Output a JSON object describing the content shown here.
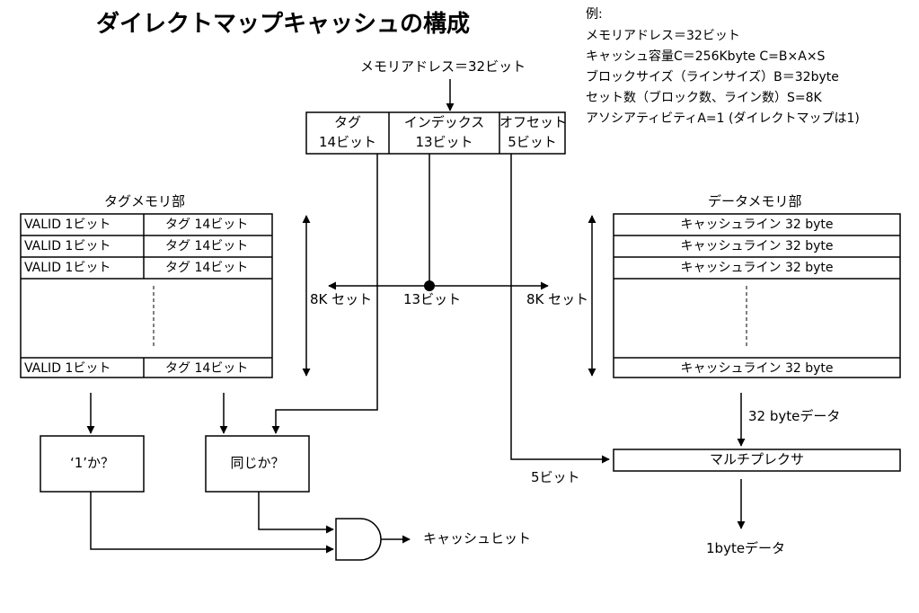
{
  "title": "ダイレクトマップキャッシュの構成",
  "example": {
    "heading": "例:",
    "lines": [
      "メモリアドレス＝32ビット",
      "キャッシュ容量C＝256Kbyte C=B×A×S",
      "ブロックサイズ（ラインサイズ）B＝32byte",
      "セット数（ブロック数、ライン数）S=8K",
      "アソシアティビティA=1 (ダイレクトマップは1)"
    ]
  },
  "address": {
    "label": "メモリアドレス＝32ビット",
    "fields": [
      {
        "name": "タグ",
        "bits": "14ビット"
      },
      {
        "name": "インデックス",
        "bits": "13ビット"
      },
      {
        "name": "オフセット",
        "bits": "5ビット"
      }
    ]
  },
  "tag_memory": {
    "label": "タグメモリ部",
    "rows": [
      {
        "valid": "VALID 1ビット",
        "tag": "タグ 14ビット"
      },
      {
        "valid": "VALID 1ビット",
        "tag": "タグ 14ビット"
      },
      {
        "valid": "VALID 1ビット",
        "tag": "タグ 14ビット"
      }
    ],
    "last_row": {
      "valid": "VALID 1ビット",
      "tag": "タグ 14ビット"
    }
  },
  "data_memory": {
    "label": "データメモリ部",
    "rows": [
      "キャッシュライン 32 byte",
      "キャッシュライン 32 byte",
      "キャッシュライン 32 byte"
    ],
    "last_row": "キャッシュライン 32 byte"
  },
  "sets_left": "8K セット",
  "sets_right": "8K セット",
  "index_bits": "13ビット",
  "offset_bits": "5ビット",
  "valid_check": "‘1’か？",
  "tag_compare": "同じか？",
  "cache_hit": "キャッシュヒット",
  "data_out_label": "32 byteデータ",
  "mux": "マルチプレクサ",
  "byte_out": "1byteデータ"
}
